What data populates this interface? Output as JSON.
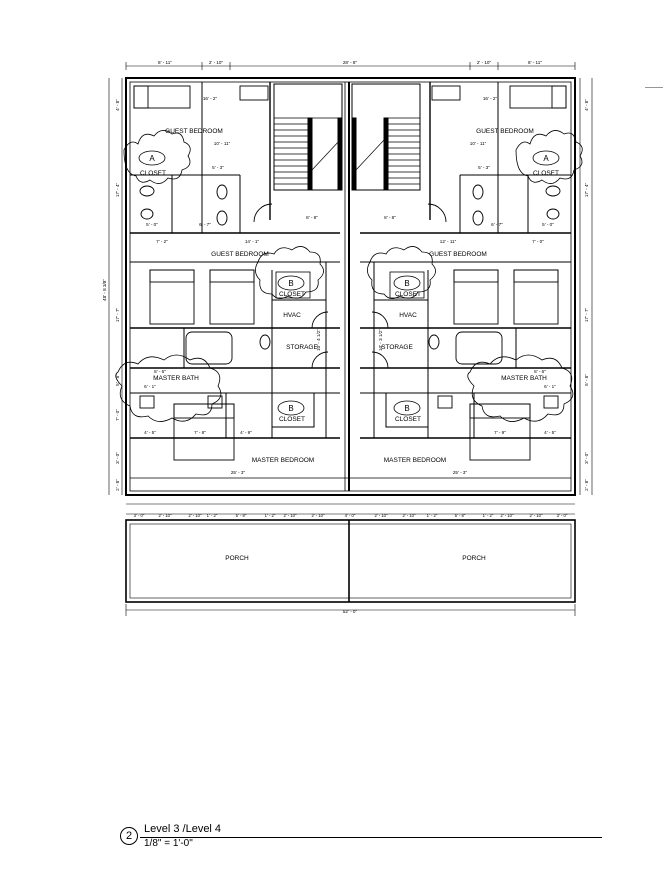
{
  "sheet": {
    "view_number": "2",
    "view_title": "Level 3 /Level 4",
    "scale": "1/8\" = 1'-0\""
  },
  "rooms": {
    "guest_bedroom": "GUEST BEDROOM",
    "closet": "CLOSET",
    "hvac": "HVAC",
    "storage": "STORAGE",
    "master_bath": "MASTER BATH",
    "master_bedroom": "MASTER BEDROOM",
    "porch": "PORCH"
  },
  "tags": {
    "a": "A",
    "b": "B"
  },
  "dimensions": {
    "top_left_outer": "8' - 11\"",
    "top_left_inner": "2' - 10\"",
    "top_center": "28' - 8\"",
    "top_right_inner": "2' - 10\"",
    "top_right_outer": "8' - 11\"",
    "guest_width_upper": "16' - 2\"",
    "guest_depth": "10' - 11\"",
    "guest_bed_width": "14' - 1\"",
    "guest_bed_width_r": "12' - 11\"",
    "closet_w": "7' - 2\"",
    "closet_w_r": "7' - 0\"",
    "bath_width": "5' - 3\"",
    "bath_inner": "6' - 7\"",
    "bath_small": "5' - 0\"",
    "stair_w": "8' - 8\"",
    "stair_w2": "8' - 8\"",
    "hvac_d": "10' - 4 1/2\"",
    "hvac_d2": "10' - 3 1/2\"",
    "master_bath_w": "8' - 6\"",
    "master_bath_w2": "6' - 1\"",
    "master_bed_w": "25' - 3\"",
    "mb_a": "4' - 5\"",
    "mb_b": "7' - 8\"",
    "mb_c": "4' - 9\"",
    "mb_d": "7' - 9\"",
    "left_overall": "48' - 8 3/8\"",
    "left_a": "4' - 8\"",
    "left_b": "17' - 4\"",
    "left_c": "17' - 7\"",
    "left_d": "5' - 8\"",
    "left_e": "7' - 0\"",
    "left_f": "3' - 0\"",
    "left_g": "2' - 8\"",
    "porch_row": [
      "3' - 0\"",
      "2' - 10\"",
      "2' - 10\"",
      "1' - 2\"",
      "5' - 8\"",
      "1' - 2\"",
      "2' - 10\"",
      "2' - 10\"",
      "4' - 0\"",
      "2' - 10\"",
      "2' - 10\"",
      "1' - 2\"",
      "5' - 8\"",
      "1' - 2\"",
      "2' - 10\"",
      "2' - 10\"",
      "3' - 0\""
    ],
    "bottom_overall": "52' - 0\""
  }
}
